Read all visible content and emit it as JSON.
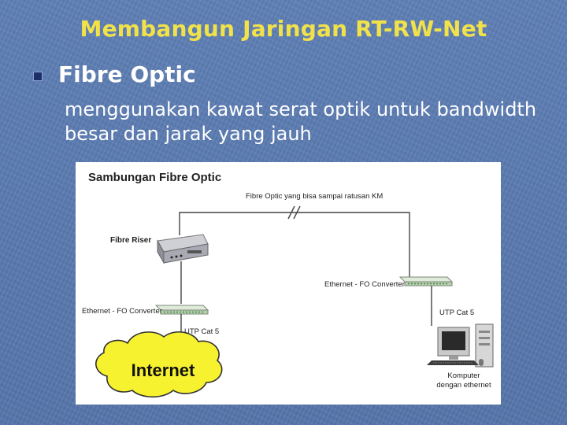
{
  "slide": {
    "title": "Membangun Jaringan RT-RW-Net",
    "bullet": "Fibre Optic",
    "description": "menggunakan kawat serat optik untuk bandwidth besar dan jarak yang jauh"
  },
  "diagram": {
    "title": "Sambungan Fibre Optic",
    "fibre_link_label": "Fibre Optic yang bisa sampai ratusan KM",
    "fibre_riser_label": "Fibre Riser",
    "converter_left_label": "Ethernet - FO Converter",
    "converter_right_label": "Ethernet - FO Converter",
    "utp_left_label": "UTP Cat 5",
    "utp_right_label": "UTP Cat 5",
    "internet_label": "Internet",
    "computer_label_line1": "Komputer",
    "computer_label_line2": "dengan ethernet"
  },
  "colors": {
    "background": "#5a7ab0",
    "title": "#f2e24a",
    "converter": "#c8dcc0",
    "cloud": "#f7f230"
  }
}
